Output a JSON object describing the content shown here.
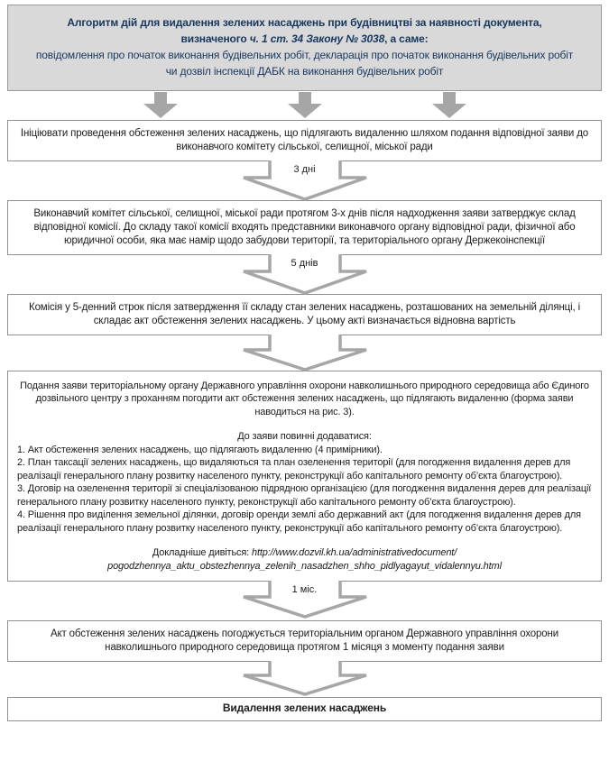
{
  "colors": {
    "header_fill": "#d9d9d9",
    "header_text": "#17375e",
    "box_border": "#8f8f8f",
    "arrow_gray": "#a6a6a6",
    "body_text": "#1c1c1c"
  },
  "header": {
    "title_part1": "Алгоритм дій для видалення зелених насаджень при будівництві за наявності документа, визначеного ",
    "title_law_ref": "ч. 1 ст. 34 Закону № 3038",
    "title_part2": ", а саме:",
    "subtitle": "повідомлення про початок виконання будівельних робіт, декларація про початок виконання будівельних робіт чи дозвіл інспекції ДАБК на виконання будівельних робіт"
  },
  "steps": {
    "initiate": "Ініціювати проведення обстеження зелених насаджень, що підлягають видаленню шляхом подання відповідної заяви до виконавчого комітету сільської, селищної, міської ради",
    "arrow1_label": "3 дні",
    "committee": "Виконавчий комітет сільської, селищної, міської ради протягом 3-х днів після надходження заяви затверджує склад відповідної комісії. До складу такої комісії входять представники виконавчого органу відповідної ради, фізичної або юридичної особи, яка має намір щодо забудови території, та територіального органу Держекоінспекції",
    "arrow2_label": "5 днів",
    "commission": "Комісія у 5-денний строк після затвердження її складу стан зелених насаджень, розташованих на земельній ділянці, і складає акт обстеження зелених насаджень. У цьому акті визначається відновна вартість"
  },
  "application_box": {
    "intro": "Подання заяви територіальному органу Державного управління охорони навколишнього природного середовища або Єдиного дозвільного центру з проханням погодити акт обстеження зелених насаджень, що підлягають видаленню (форма заяви наводиться на рис. 3).",
    "attachments_title": "До заяви повинні додаватися:",
    "attachments": [
      "1. Акт обстеження зелених насаджень, що підлягають видаленню (4 примірники).",
      "2. План таксації зелених насаджень, що видаляються та план озеленення території (для погодження видалення дерев для реалізації генерального плану розвитку населеного пункту, реконструкції або капітального ремонту об’єкта благоустрою).",
      "3. Договір на озеленення території зі спеціалізованою підрядною організацією (для погодження видалення дерев для реалізації генерального плану розвитку населеного пункту, реконструкції або капітального ремонту об’єкта благоустрою).",
      "4. Рішення про виділення земельної ділянки, договір оренди землі або державний акт (для погодження видалення дерев для реалізації генерального плану розвитку населеного пункту, реконструкції або капітального ремонту об’єкта благоустрою)."
    ],
    "details_label": "Докладніше дивіться: ",
    "details_url": "http://www.dozvil.kh.ua/administrativedocument/ pogodzhennya_aktu_obstezhennya_zelenih_nasadzhen_shho_pidlyagayut_vidalennyu.html",
    "arrow_label": "1 міс."
  },
  "approval": "Акт обстеження зелених насаджень погоджується територіальним органом Державного управління охорони навколишнього природного середовища протягом 1 місяця з моменту подання заяви",
  "final": "Видалення зелених насаджень"
}
